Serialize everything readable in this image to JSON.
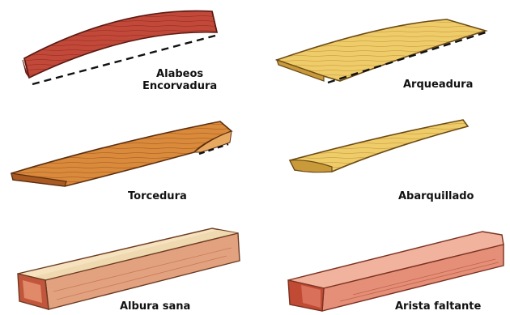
{
  "labels": {
    "alabeos_line1": "Alabeos",
    "alabeos_line2": "Encorvadura",
    "arqueadura": "Arqueadura",
    "torcedura": "Torcedura",
    "abarquillado": "Abarquillado",
    "albura_sana": "Albura sana",
    "arista_faltante": "Arista faltante"
  },
  "colors": {
    "red_wood": "#c2493a",
    "red_wood_dark": "#8e2d24",
    "orange_wood": "#d98a3a",
    "orange_wood_dark": "#a85a22",
    "yellow_wood": "#efcc6a",
    "yellow_wood_dark": "#c99a3a",
    "sapwood": "#f6e2bf",
    "salmon_wood": "#e58f78",
    "salmon_wood_dark": "#b2533f",
    "ink": "#111111"
  }
}
